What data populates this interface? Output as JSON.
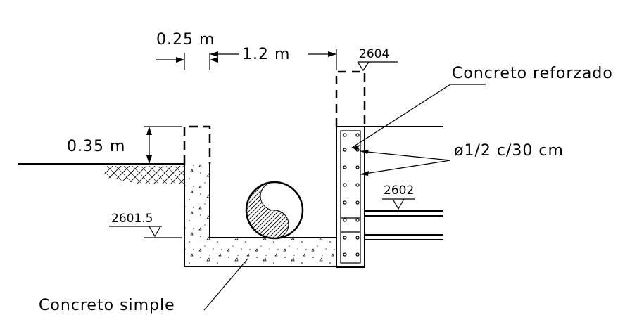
{
  "labels": {
    "dim_wall_thickness": "0.25  m",
    "dim_channel_width": "1.2  m",
    "dim_freeboard": "0.35  m",
    "elev_top_wall": "2604",
    "elev_right_platform": "2602",
    "elev_left_ground": "2601.5",
    "material_reinforced": "Concreto  reforzado",
    "rebar_spec": "ø1/2  c/30  cm",
    "material_plain": "Concreto  simple"
  }
}
